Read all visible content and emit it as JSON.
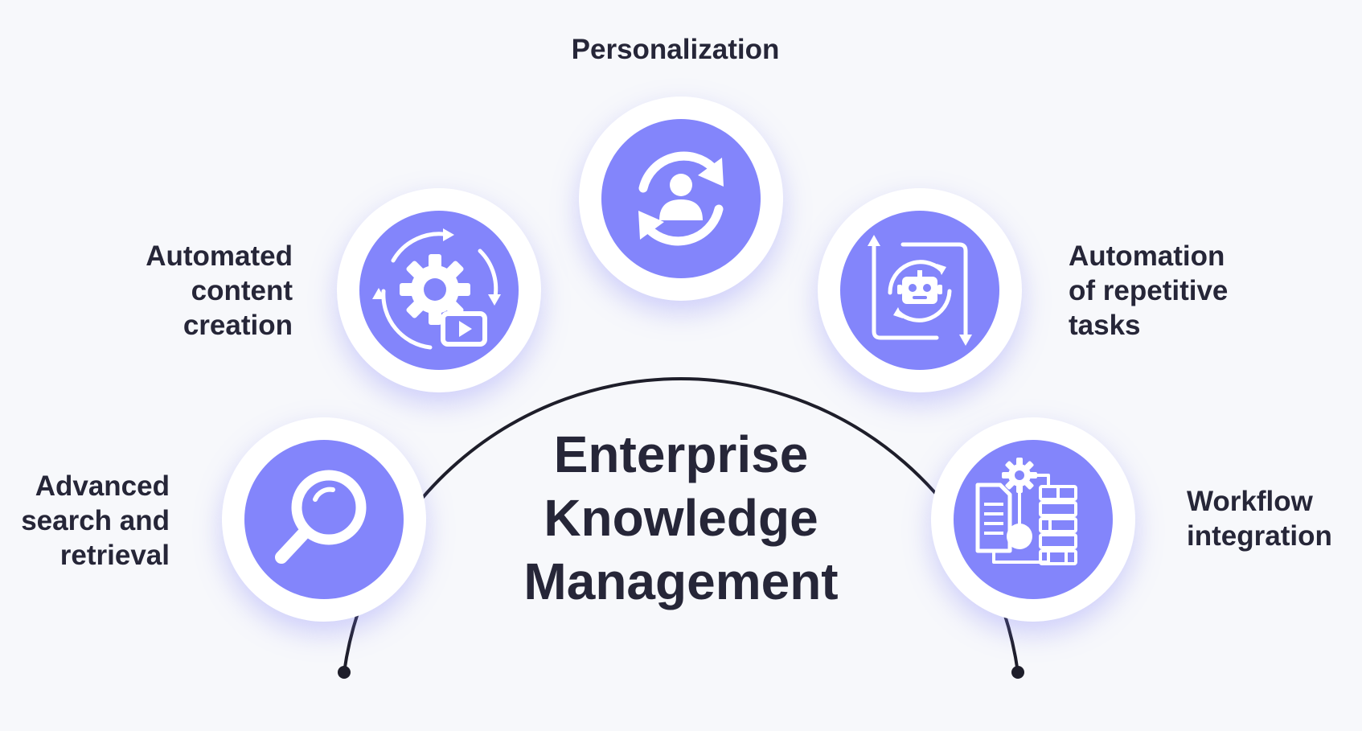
{
  "diagram": {
    "title_lines": [
      "Enterprise",
      "Knowledge",
      "Management"
    ],
    "nodes": [
      {
        "id": "personalization",
        "label_lines": [
          "Personalization"
        ],
        "icon": "person-refresh-icon"
      },
      {
        "id": "content",
        "label_lines": [
          "Automated",
          "content",
          "creation"
        ],
        "icon": "gear-video-cycle-icon"
      },
      {
        "id": "automation",
        "label_lines": [
          "Automation",
          "of repetitive",
          "tasks"
        ],
        "icon": "robot-cycle-icon"
      },
      {
        "id": "search",
        "label_lines": [
          "Advanced",
          "search and",
          "retrieval"
        ],
        "icon": "magnifier-icon"
      },
      {
        "id": "workflow",
        "label_lines": [
          "Workflow",
          "integration"
        ],
        "icon": "workflow-document-icon"
      }
    ]
  },
  "colors": {
    "background": "#f7f8fb",
    "accent": "#8385fb",
    "text": "#262638",
    "arc": "#1e1e2a",
    "node_ring": "#ffffff"
  }
}
